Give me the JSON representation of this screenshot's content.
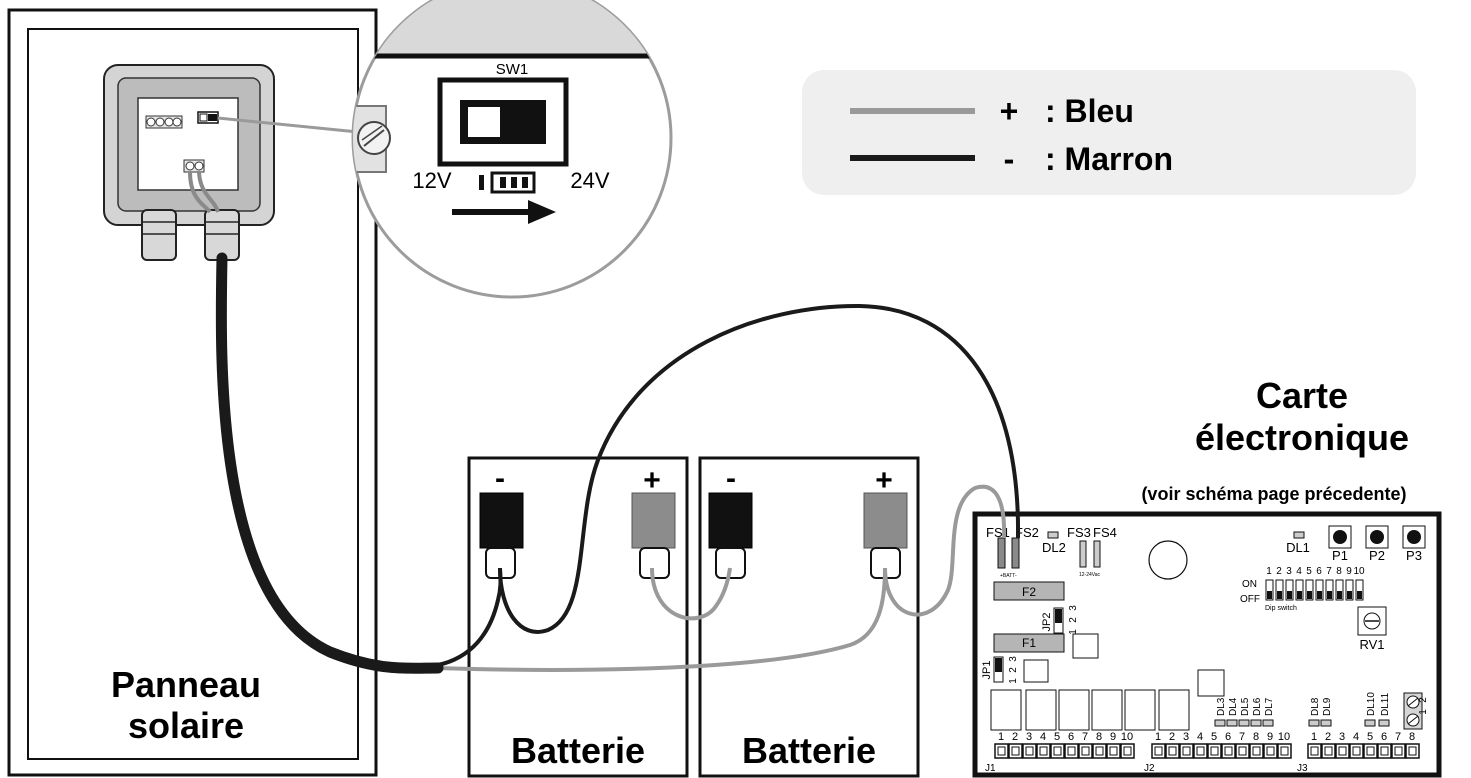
{
  "legend": {
    "plus_symbol": "+",
    "plus_label": ": Bleu",
    "minus_symbol": "-",
    "minus_label": ": Marron"
  },
  "switch_detail": {
    "name": "SW1",
    "left_label": "12V",
    "right_label": "24V"
  },
  "solar_panel": {
    "line1": "Panneau",
    "line2": "solaire"
  },
  "batteries": [
    {
      "label": "Batterie",
      "minus": "-",
      "plus": "+"
    },
    {
      "label": "Batterie",
      "minus": "-",
      "plus": "+"
    }
  ],
  "board": {
    "title_line1": "Carte",
    "title_line2": "électronique",
    "subtitle": "(voir schéma page précedente)",
    "fs1": "FS1",
    "fs2": "FS2",
    "fs3": "FS3",
    "fs4": "FS4",
    "dl1": "DL1",
    "dl2": "DL2",
    "batt_label": "+BATT-",
    "vac_label": "12-24Vac",
    "p1": "P1",
    "p2": "P2",
    "p3": "P3",
    "f1": "F1",
    "f2": "F2",
    "jp1": "JP1",
    "jp2": "JP2",
    "jp_pins": [
      "1",
      "2",
      "3"
    ],
    "rv1": "RV1",
    "on": "ON",
    "off": "OFF",
    "dip_label": "Dip switch",
    "dip_numbers": [
      "1",
      "2",
      "3",
      "4",
      "5",
      "6",
      "7",
      "8",
      "9",
      "10"
    ],
    "dl_group_a": [
      "DL3",
      "DL4",
      "DL5",
      "DL6",
      "DL7"
    ],
    "dl_group_b": [
      "DL8",
      "DL9"
    ],
    "dl_group_c": [
      "DL10",
      "DL11"
    ],
    "term_pins": [
      "1",
      "2"
    ],
    "j1": "J1",
    "j2": "J2",
    "j3": "J3",
    "j1_numbers": [
      "1",
      "2",
      "3",
      "4",
      "5",
      "6",
      "7",
      "8",
      "9",
      "10"
    ],
    "j2_numbers": [
      "1",
      "2",
      "3",
      "4",
      "5",
      "6",
      "7",
      "8",
      "9",
      "10"
    ],
    "j3_numbers": [
      "1",
      "2",
      "3",
      "4",
      "5",
      "6",
      "7",
      "8"
    ]
  },
  "colors": {
    "wire_minus": "#1a1a1a",
    "wire_plus": "#9a9a9a",
    "legend_bg": "#efefef",
    "terminal_minus": "#111111",
    "terminal_plus": "#8c8c8c"
  }
}
